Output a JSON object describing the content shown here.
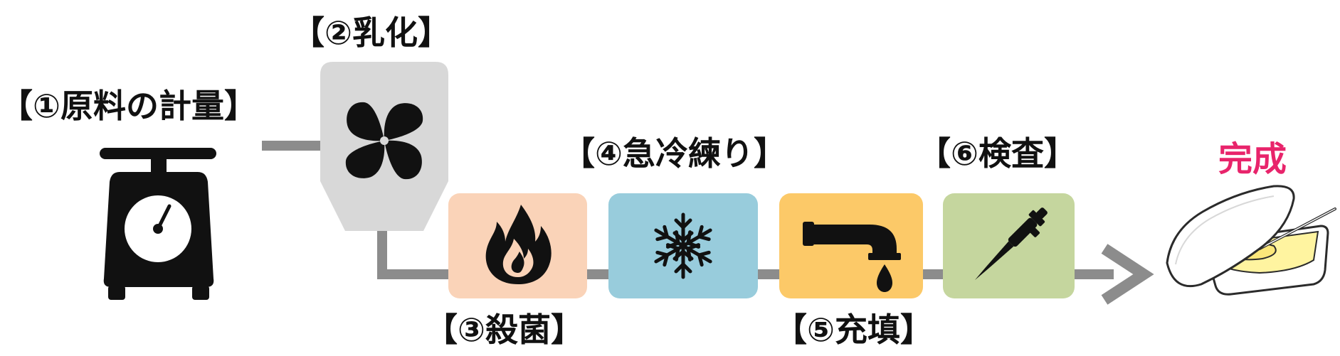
{
  "steps": [
    {
      "label": "【①原料の計量】",
      "icon": "kitchen-scale-icon"
    },
    {
      "label": "【②乳化】",
      "icon": "emulsifier-mixer-icon"
    },
    {
      "label": "【③殺菌】",
      "icon": "flame-icon",
      "color": "#FAD3B8"
    },
    {
      "label": "【④急冷練り】",
      "icon": "snowflake-icon",
      "color": "#98CCDC"
    },
    {
      "label": "【⑤充填】",
      "icon": "faucet-icon",
      "color": "#FCC968"
    },
    {
      "label": "【⑥検査】",
      "icon": "pipette-icon",
      "color": "#C5D69E"
    }
  ],
  "result": {
    "label": "完成",
    "color": "#E8246B",
    "icon": "margarine-tub-icon"
  },
  "colors": {
    "connector": "#8C8C8C",
    "mixer_body": "#D8D8D8",
    "icon": "#111111"
  }
}
